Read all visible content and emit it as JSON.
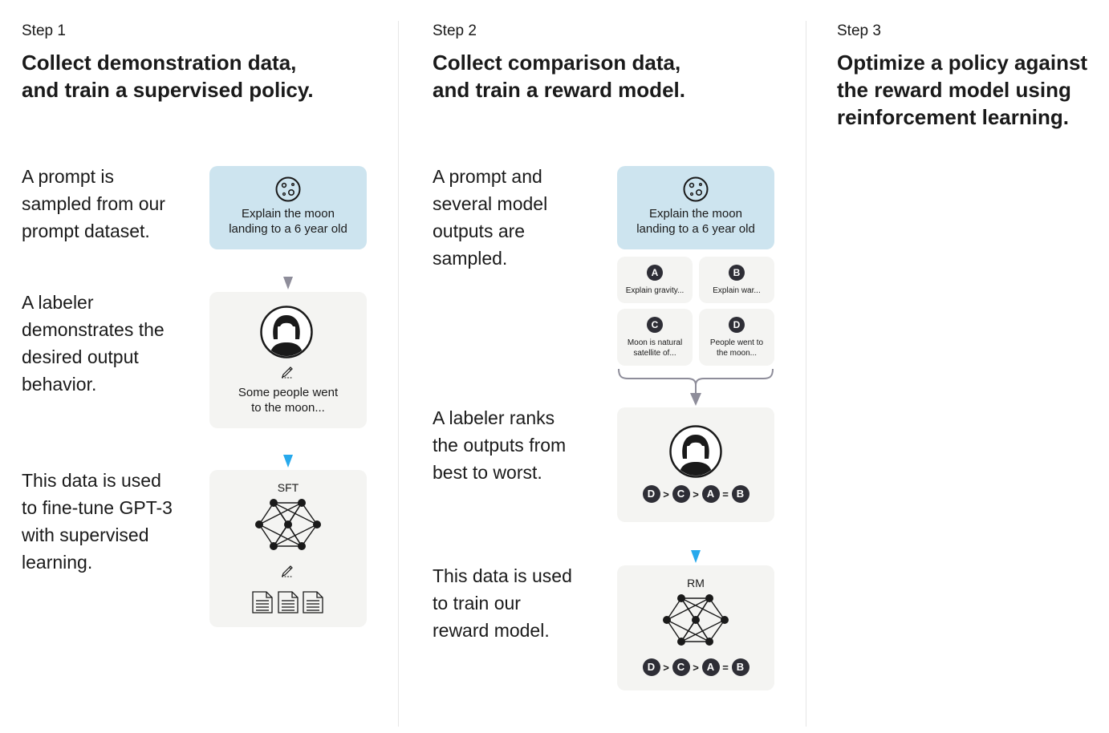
{
  "step1": {
    "label": "Step 1",
    "title": "Collect demonstration data,\nand train a supervised policy.",
    "desc1": "A prompt is\nsampled from our\nprompt dataset.",
    "desc2": "A labeler\ndemonstrates the\ndesired output\nbehavior.",
    "desc3": "This data is used\nto fine-tune GPT-3\nwith supervised\nlearning.",
    "prompt_text": "Explain the moon\nlanding to a 6 year old",
    "demo_text": "Some people went\nto the moon...",
    "model_label": "SFT"
  },
  "step2": {
    "label": "Step 2",
    "title": "Collect comparison data,\nand train a reward model.",
    "desc1": "A prompt and\nseveral model\noutputs are\nsampled.",
    "desc2": "A labeler ranks\nthe outputs from\nbest to worst.",
    "desc3": "This data is used\nto train our\nreward model.",
    "prompt_text": "Explain the moon\nlanding to a 6 year old",
    "outputs": [
      {
        "letter": "A",
        "text": "Explain gravity..."
      },
      {
        "letter": "B",
        "text": "Explain war..."
      },
      {
        "letter": "C",
        "text": "Moon is natural\nsatellite of..."
      },
      {
        "letter": "D",
        "text": "People went to\nthe moon..."
      }
    ],
    "ranking": [
      "D",
      ">",
      "C",
      ">",
      "A",
      "=",
      "B"
    ],
    "model_label": "RM"
  },
  "step3": {
    "label": "Step 3",
    "title": "Optimize a policy against\nthe reward model using\nreinforcement learning."
  },
  "colors": {
    "prompt_card": "#cde4ef",
    "card": "#f4f4f2",
    "arrow_gray": "#8e8d9a",
    "arrow_blue": "#27a9ec",
    "badge": "#2e2e36"
  },
  "icons": [
    "moon-icon",
    "person-icon",
    "pencil-icon",
    "neural-network-icon",
    "document-icon"
  ]
}
